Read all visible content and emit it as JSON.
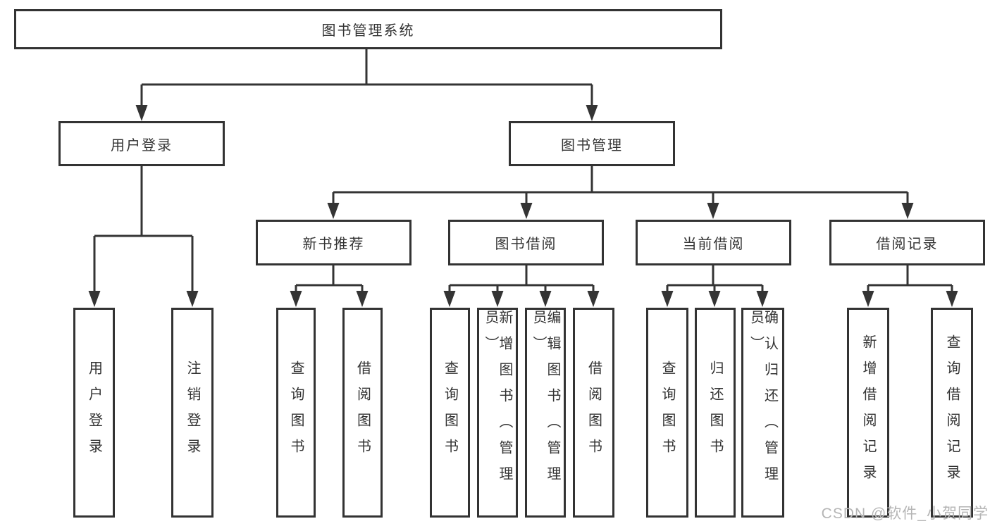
{
  "colors": {
    "background": "#ffffff",
    "line": "#343434",
    "border": "#333333",
    "text": "#333333",
    "box_fill": "#ffffff",
    "watermark": "#b5b5b5"
  },
  "diagram": {
    "root": {
      "label": "图书管理系统"
    },
    "branches": [
      {
        "label": "用户登录",
        "children": [
          {
            "label": "用户登录"
          },
          {
            "label": "注销登录"
          }
        ]
      },
      {
        "label": "图书管理",
        "children": [
          {
            "label": "新书推荐",
            "children": [
              {
                "label": "查询图书"
              },
              {
                "label": "借阅图书"
              }
            ]
          },
          {
            "label": "图书借阅",
            "children": [
              {
                "label": "查询图书"
              },
              {
                "label": "新增图书（管理员）"
              },
              {
                "label": "编辑图书（管理员）"
              },
              {
                "label": "借阅图书"
              }
            ]
          },
          {
            "label": "当前借阅",
            "children": [
              {
                "label": "查询图书"
              },
              {
                "label": "归还图书"
              },
              {
                "label": "确认归还（管理员）"
              }
            ]
          },
          {
            "label": "借阅记录",
            "children": [
              {
                "label": "新增借阅记录"
              },
              {
                "label": "查询借阅记录"
              }
            ]
          }
        ]
      }
    ]
  },
  "watermark": {
    "text": "CSDN @软件_小贺同学"
  }
}
